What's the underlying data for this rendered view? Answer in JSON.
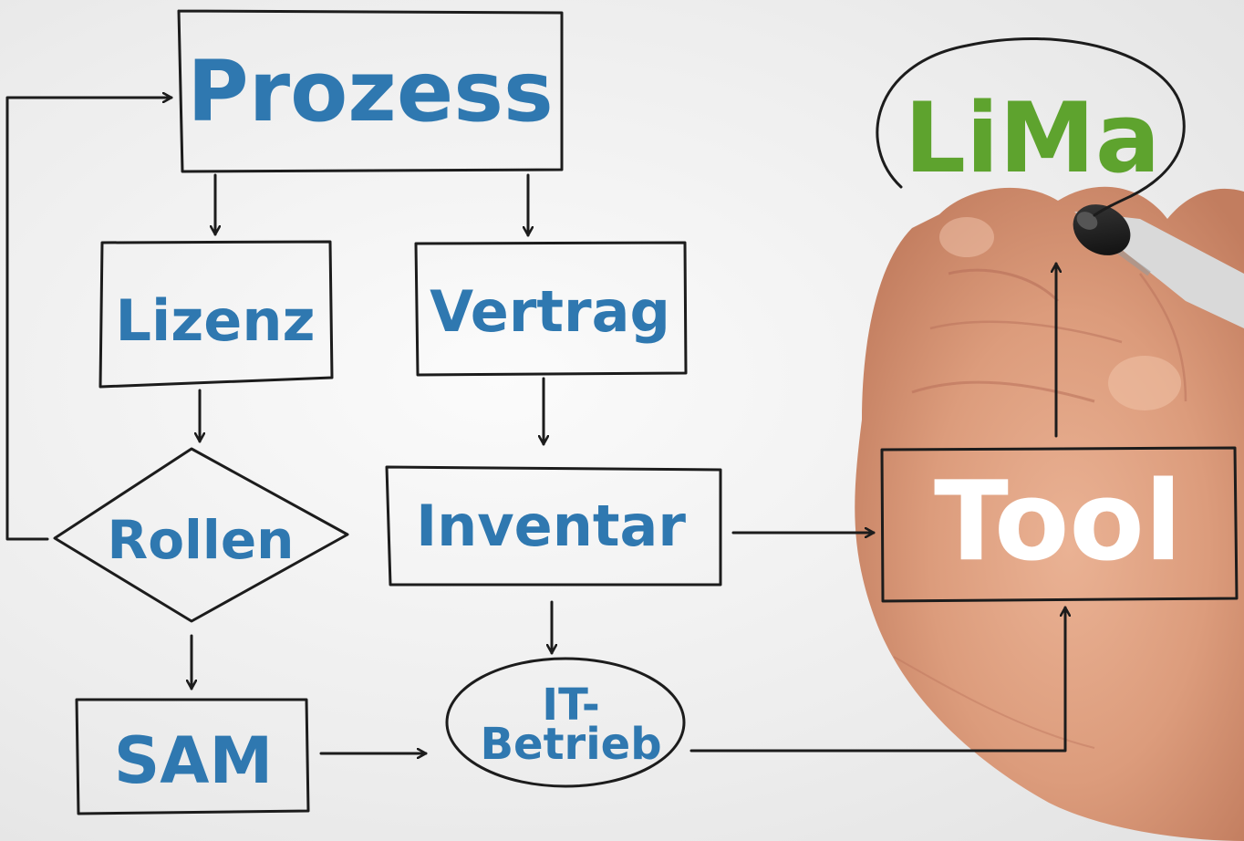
{
  "nodes": {
    "prozess": "Prozess",
    "lizenz": "Lizenz",
    "vertrag": "Vertrag",
    "rollen": "Rollen",
    "inventar": "Inventar",
    "sam": "SAM",
    "it_betrieb_line1": "IT-",
    "it_betrieb_line2": "Betrieb",
    "tool": "Tool",
    "lima": "LiMa"
  },
  "colors": {
    "node_text": "#2f78b0",
    "lima_text": "#5ea32e",
    "tool_text": "#ffffff",
    "stroke": "#1c1c1c",
    "skin": "#e3a586"
  }
}
